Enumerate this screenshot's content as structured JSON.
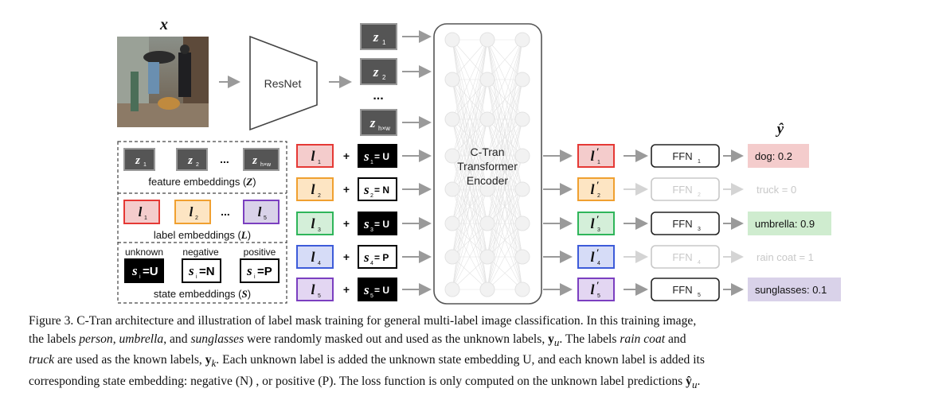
{
  "figure": {
    "x_label": "x",
    "yhat_label": "ŷ",
    "resnet_label": "ResNet",
    "transformer_lines": [
      "C-Tran",
      "Transformer",
      "Encoder"
    ],
    "z_tokens": [
      {
        "base": "z",
        "sub": "1"
      },
      {
        "base": "z",
        "sub": "2"
      },
      {
        "base": "z",
        "sub": "h×w"
      }
    ],
    "ellipsis": "...",
    "legend": {
      "feature_caption_prefix": "feature embeddings (",
      "feature_caption_var": "Z",
      "feature_tokens": [
        {
          "base": "z",
          "sub": "1"
        },
        {
          "base": "z",
          "sub": "2"
        },
        {
          "base": "z",
          "sub": "h×w"
        }
      ],
      "label_caption_prefix": "label embeddings (",
      "label_caption_var": "L",
      "label_tokens": [
        {
          "base": "l",
          "sub": "1"
        },
        {
          "base": "l",
          "sub": "2"
        },
        {
          "base": "l",
          "sub": "5"
        }
      ],
      "state_caption_prefix": "state embeddings (",
      "state_caption_var": "S",
      "close_paren": ")",
      "states": [
        {
          "title": "unknown",
          "base": "s",
          "sub": "i",
          "value": "=U"
        },
        {
          "title": "negative",
          "base": "s",
          "sub": "i",
          "value": "=N"
        },
        {
          "title": "positive",
          "base": "s",
          "sub": "i",
          "value": "=P"
        }
      ]
    },
    "rows": [
      {
        "label": {
          "base": "l",
          "sub": "1"
        },
        "plus": "+",
        "state": {
          "base": "s",
          "sub": "1",
          "value": "= U"
        },
        "out": {
          "base": "l",
          "sub": "1"
        },
        "ffn": {
          "base": "FFN",
          "sub": "1"
        },
        "prediction": "dog: 0.2",
        "faded": false
      },
      {
        "label": {
          "base": "l",
          "sub": "2"
        },
        "plus": "+",
        "state": {
          "base": "s",
          "sub": "2",
          "value": "= N"
        },
        "out": {
          "base": "l",
          "sub": "2"
        },
        "ffn": {
          "base": "FFN",
          "sub": "2"
        },
        "prediction": "truck = 0",
        "faded": true
      },
      {
        "label": {
          "base": "l",
          "sub": "3"
        },
        "plus": "+",
        "state": {
          "base": "s",
          "sub": "3",
          "value": "= U"
        },
        "out": {
          "base": "l",
          "sub": "3"
        },
        "ffn": {
          "base": "FFN",
          "sub": "3"
        },
        "prediction": "umbrella: 0.9",
        "faded": false
      },
      {
        "label": {
          "base": "l",
          "sub": "4"
        },
        "plus": "+",
        "state": {
          "base": "s",
          "sub": "4",
          "value": "= P"
        },
        "out": {
          "base": "l",
          "sub": "4"
        },
        "ffn": {
          "base": "FFN",
          "sub": "4"
        },
        "prediction": "rain coat = 1",
        "faded": true
      },
      {
        "label": {
          "base": "l",
          "sub": "5"
        },
        "plus": "+",
        "state": {
          "base": "s",
          "sub": "5",
          "value": "= U"
        },
        "out": {
          "base": "l",
          "sub": "5"
        },
        "ffn": {
          "base": "FFN",
          "sub": "5"
        },
        "prediction": "sunglasses: 0.1",
        "faded": false
      }
    ]
  },
  "caption": {
    "line1_a": "Figure 3.  C-Tran architecture and illustration of label mask training for general multi-label image classification.  In this training image,",
    "line2_a": "the labels ",
    "line2_person": "person",
    "line2_b": ", ",
    "line2_umbrella": "umbrella",
    "line2_c": ", and ",
    "line2_sunglasses": "sunglasses",
    "line2_d": " were randomly masked out and used as the unknown labels, ",
    "line2_yu": "y",
    "line2_yu_sub": "u",
    "line2_e": ". The labels ",
    "line2_raincoat": "rain coat",
    "line2_f": " and",
    "line3_truck": "truck",
    "line3_a": " are used as the known labels, ",
    "line3_yk": "y",
    "line3_yk_sub": "k",
    "line3_b": ". Each unknown label is added the unknown state embedding U, and each known label is added its",
    "line4_a": "corresponding state embedding: negative (N) , or positive (P). The loss function is only computed on the unknown label predictions ",
    "line4_yhat": "ŷ",
    "line4_yhat_sub": "u",
    "line4_b": "."
  },
  "colors": {
    "label_row_1": "#e53935",
    "label_row_2": "#f0a030",
    "label_row_3": "#2fb55a",
    "label_row_4": "#3d5bd9",
    "label_row_5": "#7b3fc0",
    "prediction_dog": "#f4cccc",
    "prediction_umbrella": "#cfeccf",
    "prediction_sunglasses": "#d9d2e9",
    "z_token_fill": "#555555",
    "faded": "#c8c8c8"
  }
}
